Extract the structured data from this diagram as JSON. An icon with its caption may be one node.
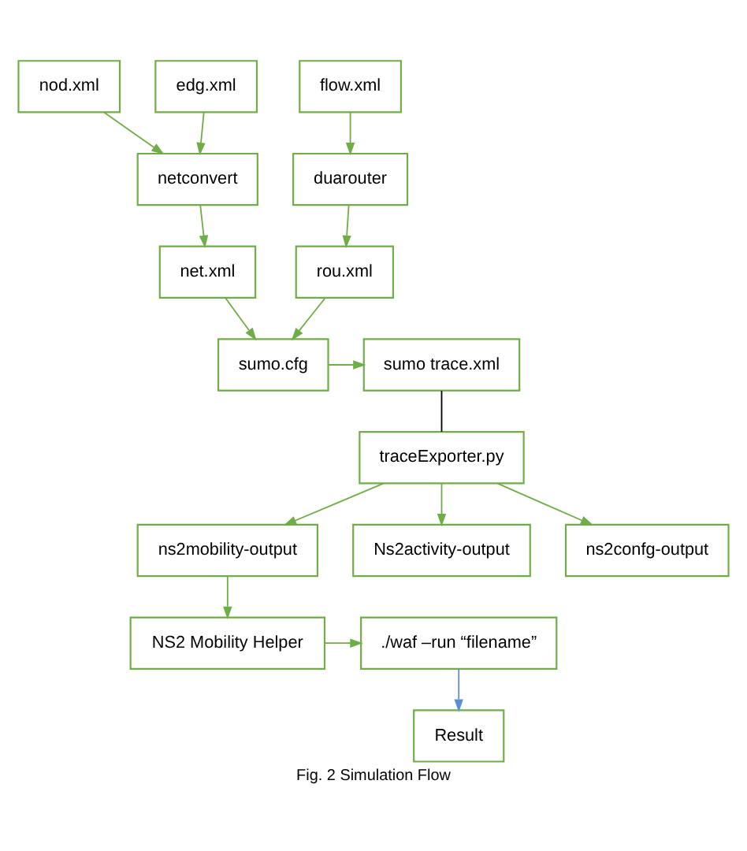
{
  "diagram": {
    "caption": "Fig. 2 Simulation Flow",
    "nodes": [
      {
        "text": [
          "nod.xml"
        ]
      },
      {
        "text": [
          "edg.xml"
        ]
      },
      {
        "text": [
          "flow.xml"
        ]
      },
      {
        "text": [
          "netconvert"
        ]
      },
      {
        "text": [
          "duarouter"
        ]
      },
      {
        "text": [
          "net.xml"
        ]
      },
      {
        "text": [
          "rou.xml"
        ]
      },
      {
        "text": [
          "sumo.cfg"
        ]
      },
      {
        "text": [
          "sumo trace.xml"
        ]
      },
      {
        "text": [
          "traceExporter.py"
        ]
      },
      {
        "text": [
          "ns2mobility-output"
        ]
      },
      {
        "text": [
          "Ns2activity-output"
        ]
      },
      {
        "text": [
          "ns2confg-output"
        ]
      },
      {
        "text": [
          "NS2 Mobility Helper"
        ]
      },
      {
        "text": [
          "./waf –run “filename”"
        ]
      },
      {
        "text": [
          "Result"
        ]
      }
    ],
    "edges": [
      {
        "from": 0,
        "to": 3,
        "arrow": "to"
      },
      {
        "from": 1,
        "to": 3,
        "arrow": "to"
      },
      {
        "from": 2,
        "to": 4,
        "arrow": "to"
      },
      {
        "from": 3,
        "to": 5,
        "arrow": "to"
      },
      {
        "from": 4,
        "to": 6,
        "arrow": "to"
      },
      {
        "from": 5,
        "to": 7,
        "arrow": "to"
      },
      {
        "from": 6,
        "to": 7,
        "arrow": "to"
      },
      {
        "from": 7,
        "to": 8,
        "arrow": "to"
      },
      {
        "from": 8,
        "to": 9,
        "arrow": "none",
        "color": "#000000"
      },
      {
        "from": 9,
        "to": 10,
        "arrow": "to"
      },
      {
        "from": 9,
        "to": 11,
        "arrow": "to"
      },
      {
        "from": 9,
        "to": 12,
        "arrow": "to"
      },
      {
        "from": 10,
        "to": 13,
        "arrow": "to"
      },
      {
        "from": 13,
        "to": 14,
        "arrow": "to"
      },
      {
        "from": 14,
        "to": 15,
        "arrow": "to",
        "color": "#5b8fd0"
      }
    ]
  }
}
